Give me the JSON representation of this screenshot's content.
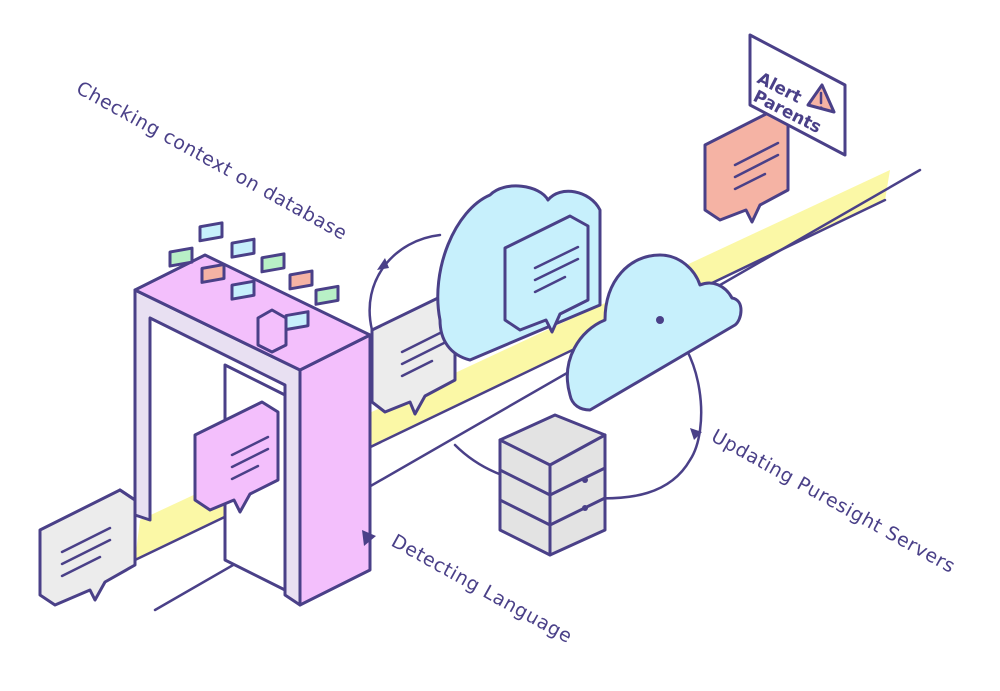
{
  "labels": {
    "checking_context": "Checking context on database",
    "updating_servers": "Updating Puresight Servers",
    "detecting_language": "Detecting Language"
  },
  "sign": {
    "line1": "Alert",
    "line2": "Parents"
  },
  "colors": {
    "outline": "#4a4088",
    "belt": "#fbf8a6",
    "scanner": "#f3bffc",
    "cloud": "#c7f0fc",
    "alert_bubble": "#f5b3a4",
    "neutral_bubble": "#ececec",
    "server": "#e3e3e3"
  }
}
